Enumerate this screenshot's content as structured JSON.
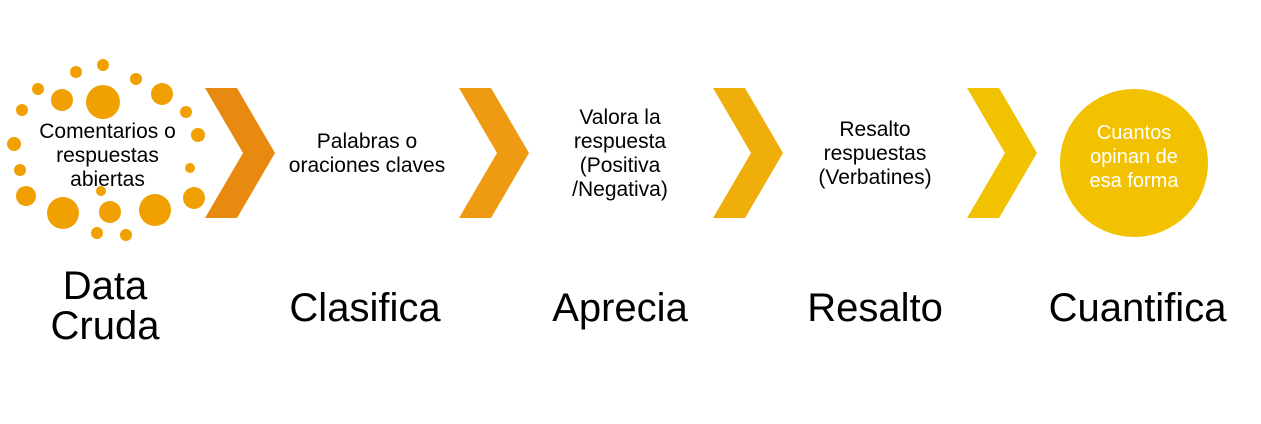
{
  "colors": {
    "dots": "#F0A000",
    "chevron_1": "#E88A10",
    "chevron_2": "#EE9A12",
    "chevron_3": "#F0AE0A",
    "chevron_4": "#F2C200",
    "circle": "#F2C200",
    "circle_text": "#FFFFFF"
  },
  "steps": [
    {
      "description": "Comentarios o\nrespuestas\nabiertas",
      "title": "Data\nCruda"
    },
    {
      "description": "Palabras o\noraciones claves",
      "title": "Clasifica"
    },
    {
      "description": "Valora la\nrespuesta\n(Positiva\n/Negativa)",
      "title": "Aprecia"
    },
    {
      "description": "Resalto\nrespuestas\n(Verbatines)",
      "title": "Resalto"
    },
    {
      "description": "Cuantos\nopinan de\nesa forma",
      "title": "Cuantifica"
    }
  ]
}
